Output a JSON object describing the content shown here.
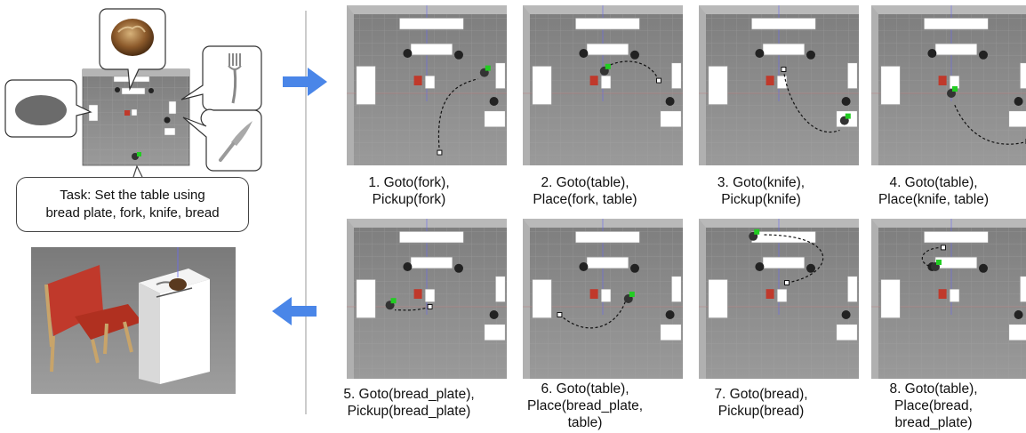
{
  "task": {
    "line1": "Task: Set the table using",
    "line2": "bread plate, fork, knife, bread"
  },
  "steps": [
    {
      "number": "1.",
      "line1": "1. Goto(fork),",
      "line2": "Pickup(fork)",
      "line3": ""
    },
    {
      "number": "2.",
      "line1": "2. Goto(table),",
      "line2": "Place(fork, table)",
      "line3": ""
    },
    {
      "number": "3.",
      "line1": "3. Goto(knife),",
      "line2": "Pickup(knife)",
      "line3": ""
    },
    {
      "number": "4.",
      "line1": "4. Goto(table),",
      "line2": "Place(knife, table)",
      "line3": ""
    },
    {
      "number": "5.",
      "line1": "5. Goto(bread_plate),",
      "line2": "Pickup(bread_plate)",
      "line3": ""
    },
    {
      "number": "6.",
      "line1": "6. Goto(table),",
      "line2": "Place(bread_plate,",
      "line3": "table)"
    },
    {
      "number": "7.",
      "line1": "7. Goto(bread),",
      "line2": "Pickup(bread)",
      "line3": ""
    },
    {
      "number": "8.",
      "line1": "8. Goto(table),",
      "line2": "Place(bread,",
      "line3": "bread_plate)"
    }
  ],
  "colors": {
    "arrow": "#4a86e8",
    "floor": "#8c8c8c",
    "robot_marker": "#22cc22",
    "chair": "#c0392b",
    "path": "#111111"
  },
  "icons": {
    "bread": "bread-icon",
    "fork": "fork-icon",
    "knife": "knife-icon",
    "plate": "plate-icon",
    "chair": "chair-icon"
  }
}
